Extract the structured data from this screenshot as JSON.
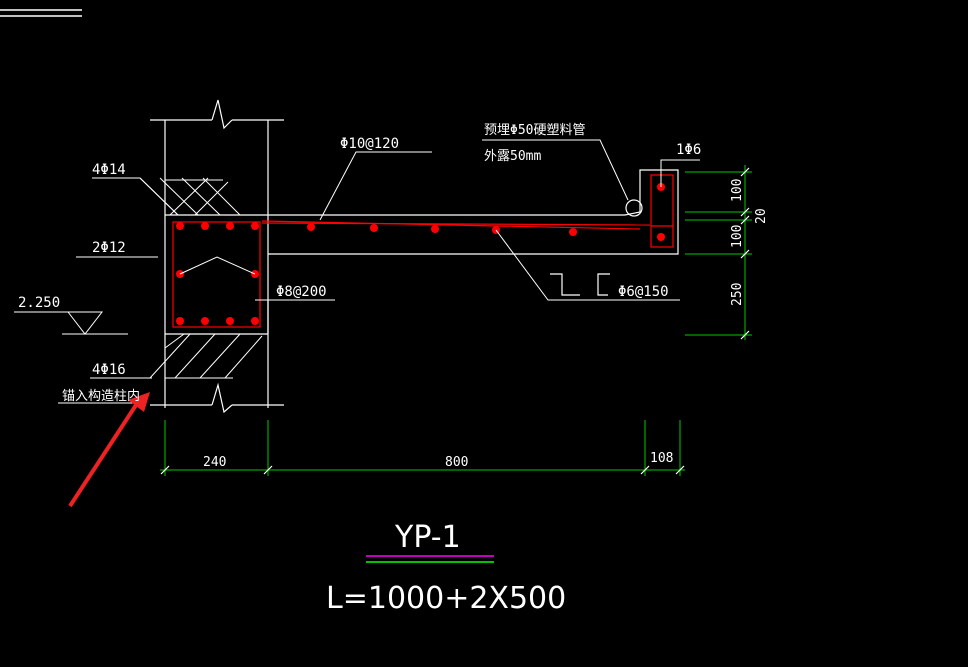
{
  "labels": {
    "bar_top": "4Φ14",
    "bar_mid": "2Φ12",
    "bar_bottom": "4Φ16",
    "anchor_note": "锚入构造柱内",
    "elevation": "2.250",
    "slab_rebar": "Φ10@120",
    "pipe_note_line1": "预埋Φ50硬塑料管",
    "pipe_note_line2": "外露50mm",
    "end_rebar": "1Φ6",
    "stirrup_beam": "Φ8@200",
    "stirrup_tie": "Φ6@150"
  },
  "dimensions": {
    "h_240": "240",
    "h_800": "800",
    "h_108": "108",
    "v_100a": "100",
    "v_20": "20",
    "v_100b": "100",
    "v_250": "250"
  },
  "title": {
    "name": "YP-1",
    "formula": "L=1000+2X500"
  },
  "colors": {
    "background": "#000000",
    "lines": "#ffffff",
    "rebar": "#ff0000",
    "dimension": "#00c800",
    "arrow": "#ee2222",
    "underline_top": "#ff00ff",
    "underline_bottom": "#00ff00"
  }
}
